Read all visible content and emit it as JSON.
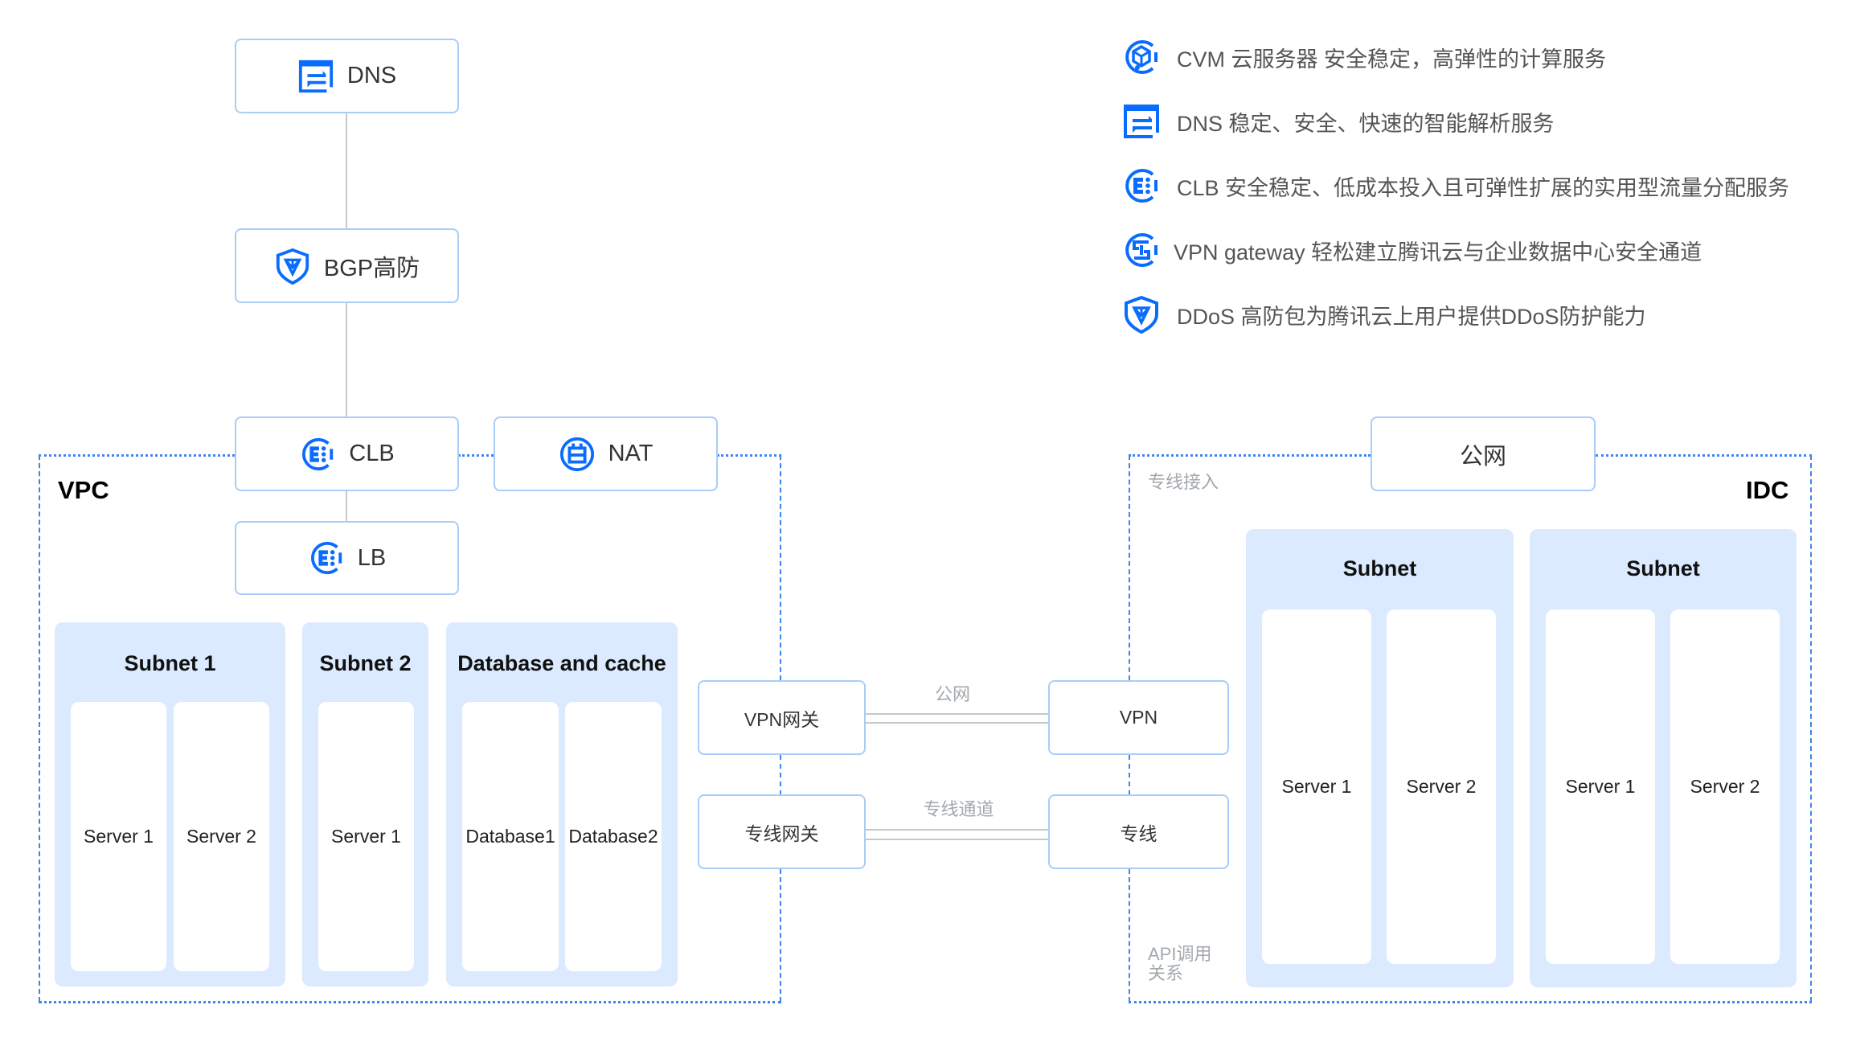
{
  "diagram": {
    "top_chain": {
      "dns": {
        "label": "DNS",
        "icon": "dns-icon"
      },
      "bgp": {
        "label": "BGP高防",
        "icon": "shield-icon"
      },
      "clb": {
        "label": "CLB",
        "icon": "clb-icon"
      },
      "nat": {
        "label": "NAT",
        "icon": "nat-icon"
      },
      "lb": {
        "label": "LB",
        "icon": "clb-icon"
      }
    },
    "vpc": {
      "label": "VPC",
      "subnets": [
        {
          "title": "Subnet 1",
          "servers": [
            "Server 1",
            "Server 2"
          ]
        },
        {
          "title": "Subnet 2",
          "servers": [
            "Server 1"
          ]
        },
        {
          "title": "Database and cache",
          "servers": [
            "Database1",
            "Database2"
          ]
        }
      ]
    },
    "gateways": {
      "vpn_gateway": "VPN网关",
      "direct_gateway": "专线网关",
      "vpn": "VPN",
      "direct": "专线",
      "link_public": "公网",
      "link_direct": "专线通道"
    },
    "idc": {
      "label": "IDC",
      "public_net": "公网",
      "note_direct_access": "专线接入",
      "note_api_line1": "API调用",
      "note_api_line2": "关系",
      "subnets": [
        {
          "title": "Subnet",
          "servers": [
            "Server 1",
            "Server 2"
          ]
        },
        {
          "title": "Subnet",
          "servers": [
            "Server 1",
            "Server 2"
          ]
        }
      ]
    }
  },
  "legend": [
    {
      "icon": "cvm-icon",
      "text": "CVM 云服务器 安全稳定，高弹性的计算服务"
    },
    {
      "icon": "dns-icon",
      "text": "DNS 稳定、安全、快速的智能解析服务"
    },
    {
      "icon": "clb-icon",
      "text": "CLB 安全稳定、低成本投入且可弹性扩展的实用型流量分配服务"
    },
    {
      "icon": "vpn-gateway-icon",
      "text": "VPN gateway 轻松建立腾讯云与企业数据中心安全通道"
    },
    {
      "icon": "ddos-shield-icon",
      "text": "DDoS 高防包为腾讯云上用户提供DDoS防护能力"
    }
  ],
  "colors": {
    "accent": "#0a6cff",
    "node_border": "#a9cdf7",
    "subnet_bg": "#dceaff",
    "dotted": "#3d86f0",
    "connector": "#c8c8c8"
  }
}
